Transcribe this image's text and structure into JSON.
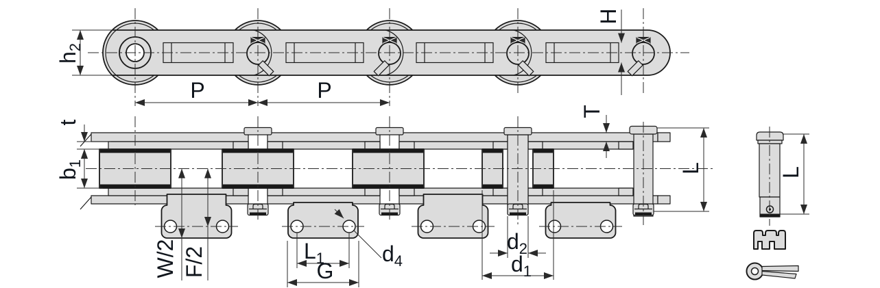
{
  "page": {
    "background": "#ffffff"
  },
  "drawing": {
    "type": "engineering-diagram",
    "subject": "Double pitch conveyor roller chain with bent attachments, pin, bushing and cotter pin details",
    "colors": {
      "part_fill": "#dcdcdc",
      "outline": "#1a1a1a",
      "dim_line": "#2a2a2a",
      "label_text": "#10151c",
      "heavy_fill": "#191919",
      "background": "#ffffff"
    },
    "side_view": {
      "title": "chain side elevation",
      "labels": {
        "h2_base": "h",
        "h2_sub": "2",
        "p_left": "P",
        "p_right": "P",
        "h": "H"
      }
    },
    "plan_view": {
      "title": "chain plan view with attachments",
      "labels": {
        "t": "t",
        "b1_base": "b",
        "b1_sub": "1",
        "T": "T",
        "L": "L",
        "w_half": "W/2",
        "f_half": "F/2",
        "l1_base": "L",
        "l1_sub": "1",
        "g": "G",
        "d4_base": "d",
        "d4_sub": "4",
        "d2_base": "d",
        "d2_sub": "2",
        "d1_base": "d",
        "d1_sub": "1"
      }
    },
    "pin_detail": {
      "title": "connecting pin detail",
      "labels": {
        "l": "L"
      }
    }
  }
}
